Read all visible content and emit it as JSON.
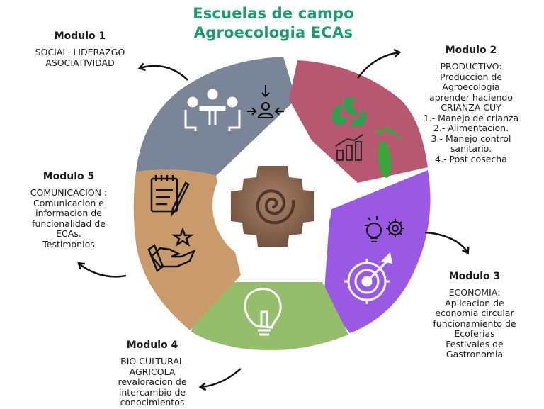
{
  "title": {
    "line1": "Escuelas de campo",
    "line2": "Agroecologia ECAs"
  },
  "colors": {
    "title": "#1f9a72",
    "module1_segment": "#7a8698",
    "module2_segment": "#b65870",
    "module3_segment": "#9a59e3",
    "module4_segment": "#95be6c",
    "module5_segment": "#c99b6c",
    "recycle_icon": "#2fa14d",
    "footprint_icon": "#3aa53a"
  },
  "icons": {
    "center": "chakana-spiral-stone",
    "module1": [
      "meeting-table-icon",
      "person-focus-icon"
    ],
    "module2": [
      "recycle-icon",
      "bar-chart-icon",
      "footprint-icon"
    ],
    "module3": [
      "gears-bulb-icon",
      "target-arrow-icon"
    ],
    "module4": [
      "lightbulb-icon"
    ],
    "module5": [
      "notepad-pencil-icon",
      "hand-star-icon"
    ]
  },
  "modules": {
    "m1": {
      "title": "Modulo 1",
      "lines": [
        "SOCIAL. LIDERAZGO",
        "ASOCIATIVIDAD"
      ]
    },
    "m2": {
      "title": "Modulo 2",
      "lines": [
        "PRODUCTIVO:",
        "Produccion de",
        "Agroecologia",
        "aprender haciendo",
        "CRIANZA CUY",
        "1.- Manejo de crianza",
        "2.- Alimentacion.",
        "3.- Manejo control",
        "sanitario.",
        "4.- Post cosecha"
      ]
    },
    "m3": {
      "title": "Modulo 3",
      "lines": [
        "ECONOMIA:",
        "Aplicacion de",
        "economia circular",
        "funcionamiento de",
        "Ecoferias",
        "Festivales de",
        "Gastronomia"
      ]
    },
    "m4": {
      "title": "Modulo 4",
      "lines": [
        "BIO CULTURAL",
        "AGRICOLA",
        "revaloracion de",
        "intercambio de",
        "conocimientos"
      ]
    },
    "m5": {
      "title": "Modulo 5",
      "lines": [
        "COMUNICACION :",
        "Comunicacion e",
        "informacion de",
        "funcionalidad de",
        "ECAs.",
        "Testimonios"
      ]
    }
  }
}
